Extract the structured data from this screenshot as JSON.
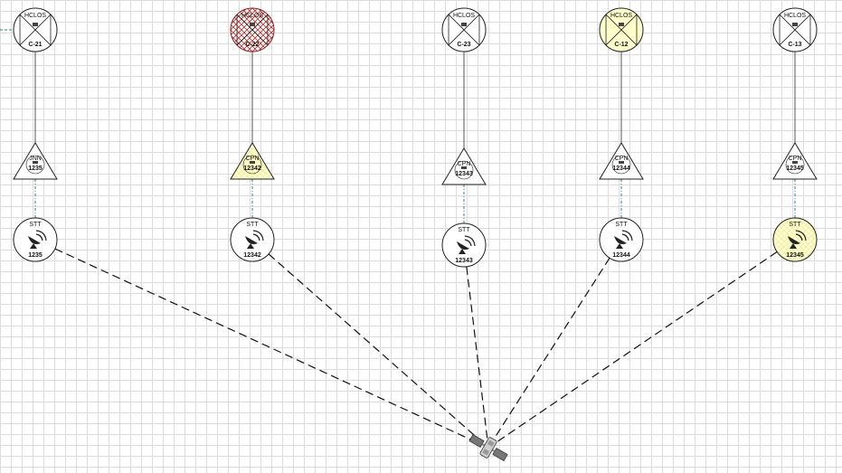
{
  "colors": {
    "grid": "#dcdcdc",
    "line": "#222222",
    "highlight_yellow": "#ffffcc",
    "alert_red": "#b03030"
  },
  "columns": [
    {
      "hclos": {
        "top": "HCLOS",
        "bottom": "C-21",
        "state": "normal"
      },
      "node": {
        "top": "JNN",
        "bottom": "1235",
        "state": "normal"
      },
      "stt": {
        "top": "STT",
        "bottom": "1235",
        "state": "normal"
      }
    },
    {
      "hclos": {
        "top": "HCLOS",
        "bottom": "C-22",
        "state": "alert"
      },
      "node": {
        "top": "CPN",
        "bottom": "12342",
        "state": "highlight"
      },
      "stt": {
        "top": "STT",
        "bottom": "12342",
        "state": "normal"
      }
    },
    {
      "hclos": {
        "top": "HCLOS",
        "bottom": "C-23",
        "state": "normal"
      },
      "node": {
        "top": "CPN",
        "bottom": "12343",
        "state": "normal"
      },
      "stt": {
        "top": "STT",
        "bottom": "12343",
        "state": "normal"
      }
    },
    {
      "hclos": {
        "top": "HCLOS",
        "bottom": "C-12",
        "state": "highlight"
      },
      "node": {
        "top": "CPN",
        "bottom": "12344",
        "state": "normal"
      },
      "stt": {
        "top": "STT",
        "bottom": "12344",
        "state": "normal"
      }
    },
    {
      "hclos": {
        "top": "HCLOS",
        "bottom": "C-13",
        "state": "normal"
      },
      "node": {
        "top": "CPN",
        "bottom": "12345",
        "state": "normal"
      },
      "stt": {
        "top": "STT",
        "bottom": "12345",
        "state": "highlight"
      }
    }
  ],
  "satellite": {
    "icon": "satellite-icon"
  }
}
